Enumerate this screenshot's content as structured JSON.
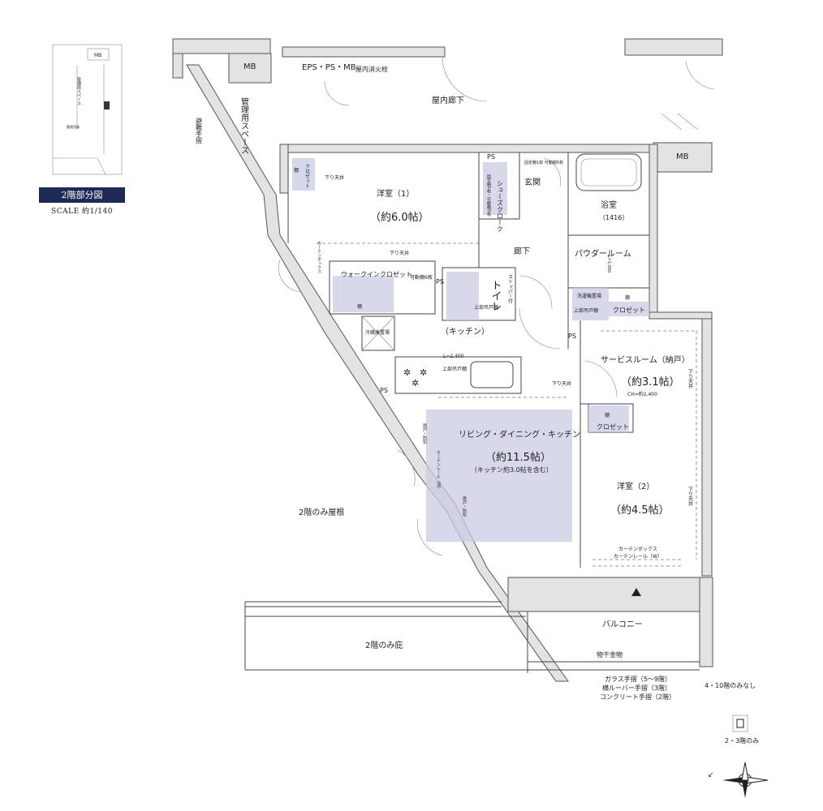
{
  "legend": {
    "title": "2階部分図",
    "scale": "SCALE 約1/140",
    "key_mb": "MB",
    "key_admin": "管理用スペース",
    "key_panel": "管理用扉"
  },
  "rooms": {
    "mb_top": "MB",
    "eps": "EPS・PS・MB",
    "hydrant": "屋内消火栓",
    "corridor_indoor": "屋内廊下",
    "admin_space": "管理用スペース",
    "outer_wall": "避難手摺",
    "mb_right": "MB",
    "ps_top": "PS",
    "fixed_rail": "固定棚1枚\n可動棚5枚",
    "shoes": "シューズクローク",
    "shoes_sub": "固定棚1枚・可動棚5枚",
    "entrance": "玄関",
    "western1": "洋室（1）",
    "western1_size": "（約6.0帖）",
    "closet1": "クロゼット",
    "shelf1": "棚",
    "down_ceiling1": "下り天井",
    "down_ceiling2": "下り天井",
    "corridor": "廊下",
    "bath": "浴室",
    "bath_size": "（1416）",
    "powder": "パウダールーム",
    "powder_dim": "L=1,000",
    "walkin": "ウォークインクロゼット",
    "movable": "可動棚6枚",
    "ps_mid": "PS",
    "toilet": "トイレ",
    "stopper": "ストッパー付",
    "upper_cab1": "上部吊戸棚",
    "laundry": "洗濯機置場",
    "upper_cab2": "上部吊戸棚",
    "shelf2": "棚",
    "closet2": "クロゼット",
    "shelf_walkin": "棚",
    "kitchen": "（キッチン）",
    "fridge": "冷蔵庫置場",
    "ps_low": "PS",
    "service": "サービスルーム（納戸）",
    "service_size": "（約3.1帖）",
    "service_ch": "CH=約2,400",
    "kitchen_len": "L=2,400",
    "upper_cab3": "上部吊戸棚",
    "down_ceiling3": "下り天井",
    "down_ceiling4": "下り天井",
    "down_ceiling5": "下り天井",
    "ps_small": "PS",
    "ldk": "リビング・ダイニング・キッチン",
    "ldk_size": "（約11.5帖）",
    "ldk_note": "（キッチン約3.0帖を含む）",
    "shelf3": "棚",
    "closet3": "クロゼット",
    "western2": "洋室（2）",
    "western2_size": "（約4.5帖）",
    "curtain_box": "カーテンボックス",
    "curtain_rail": "カーテンレール（W）",
    "curtain_box2": "カーテンボックス",
    "curtain_rail2": "カーテンレール（W）",
    "emergency1": "雨戸・防犯",
    "emergency2": "雨戸・防犯",
    "roof": "2階のみ屋根",
    "eave": "2階のみ庇",
    "balcony": "バルコニー",
    "dryer": "物干金物",
    "rail1": "ガラス手摺（5〜9階）",
    "rail2": "横ルーバー手摺（3階）",
    "rail3": "コンクリート手摺（2階）",
    "floor_note": "4・10階のみなし",
    "floor_note2": "2・3階のみ"
  }
}
